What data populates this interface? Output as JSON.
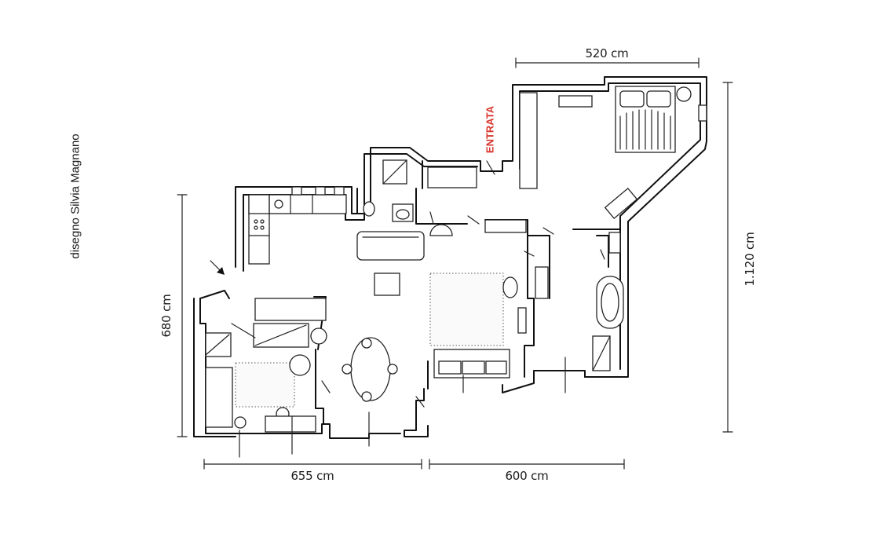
{
  "credit": "disegno Silvia Magnano",
  "entrance_label": "ENTRATA",
  "dimensions": {
    "top": "520 cm",
    "right": "1.120 cm",
    "left": "680 cm",
    "bottom_left": "655 cm",
    "bottom_right": "600 cm"
  },
  "colors": {
    "line": "#111111",
    "entrance": "#d8342c",
    "background": "#ffffff"
  }
}
